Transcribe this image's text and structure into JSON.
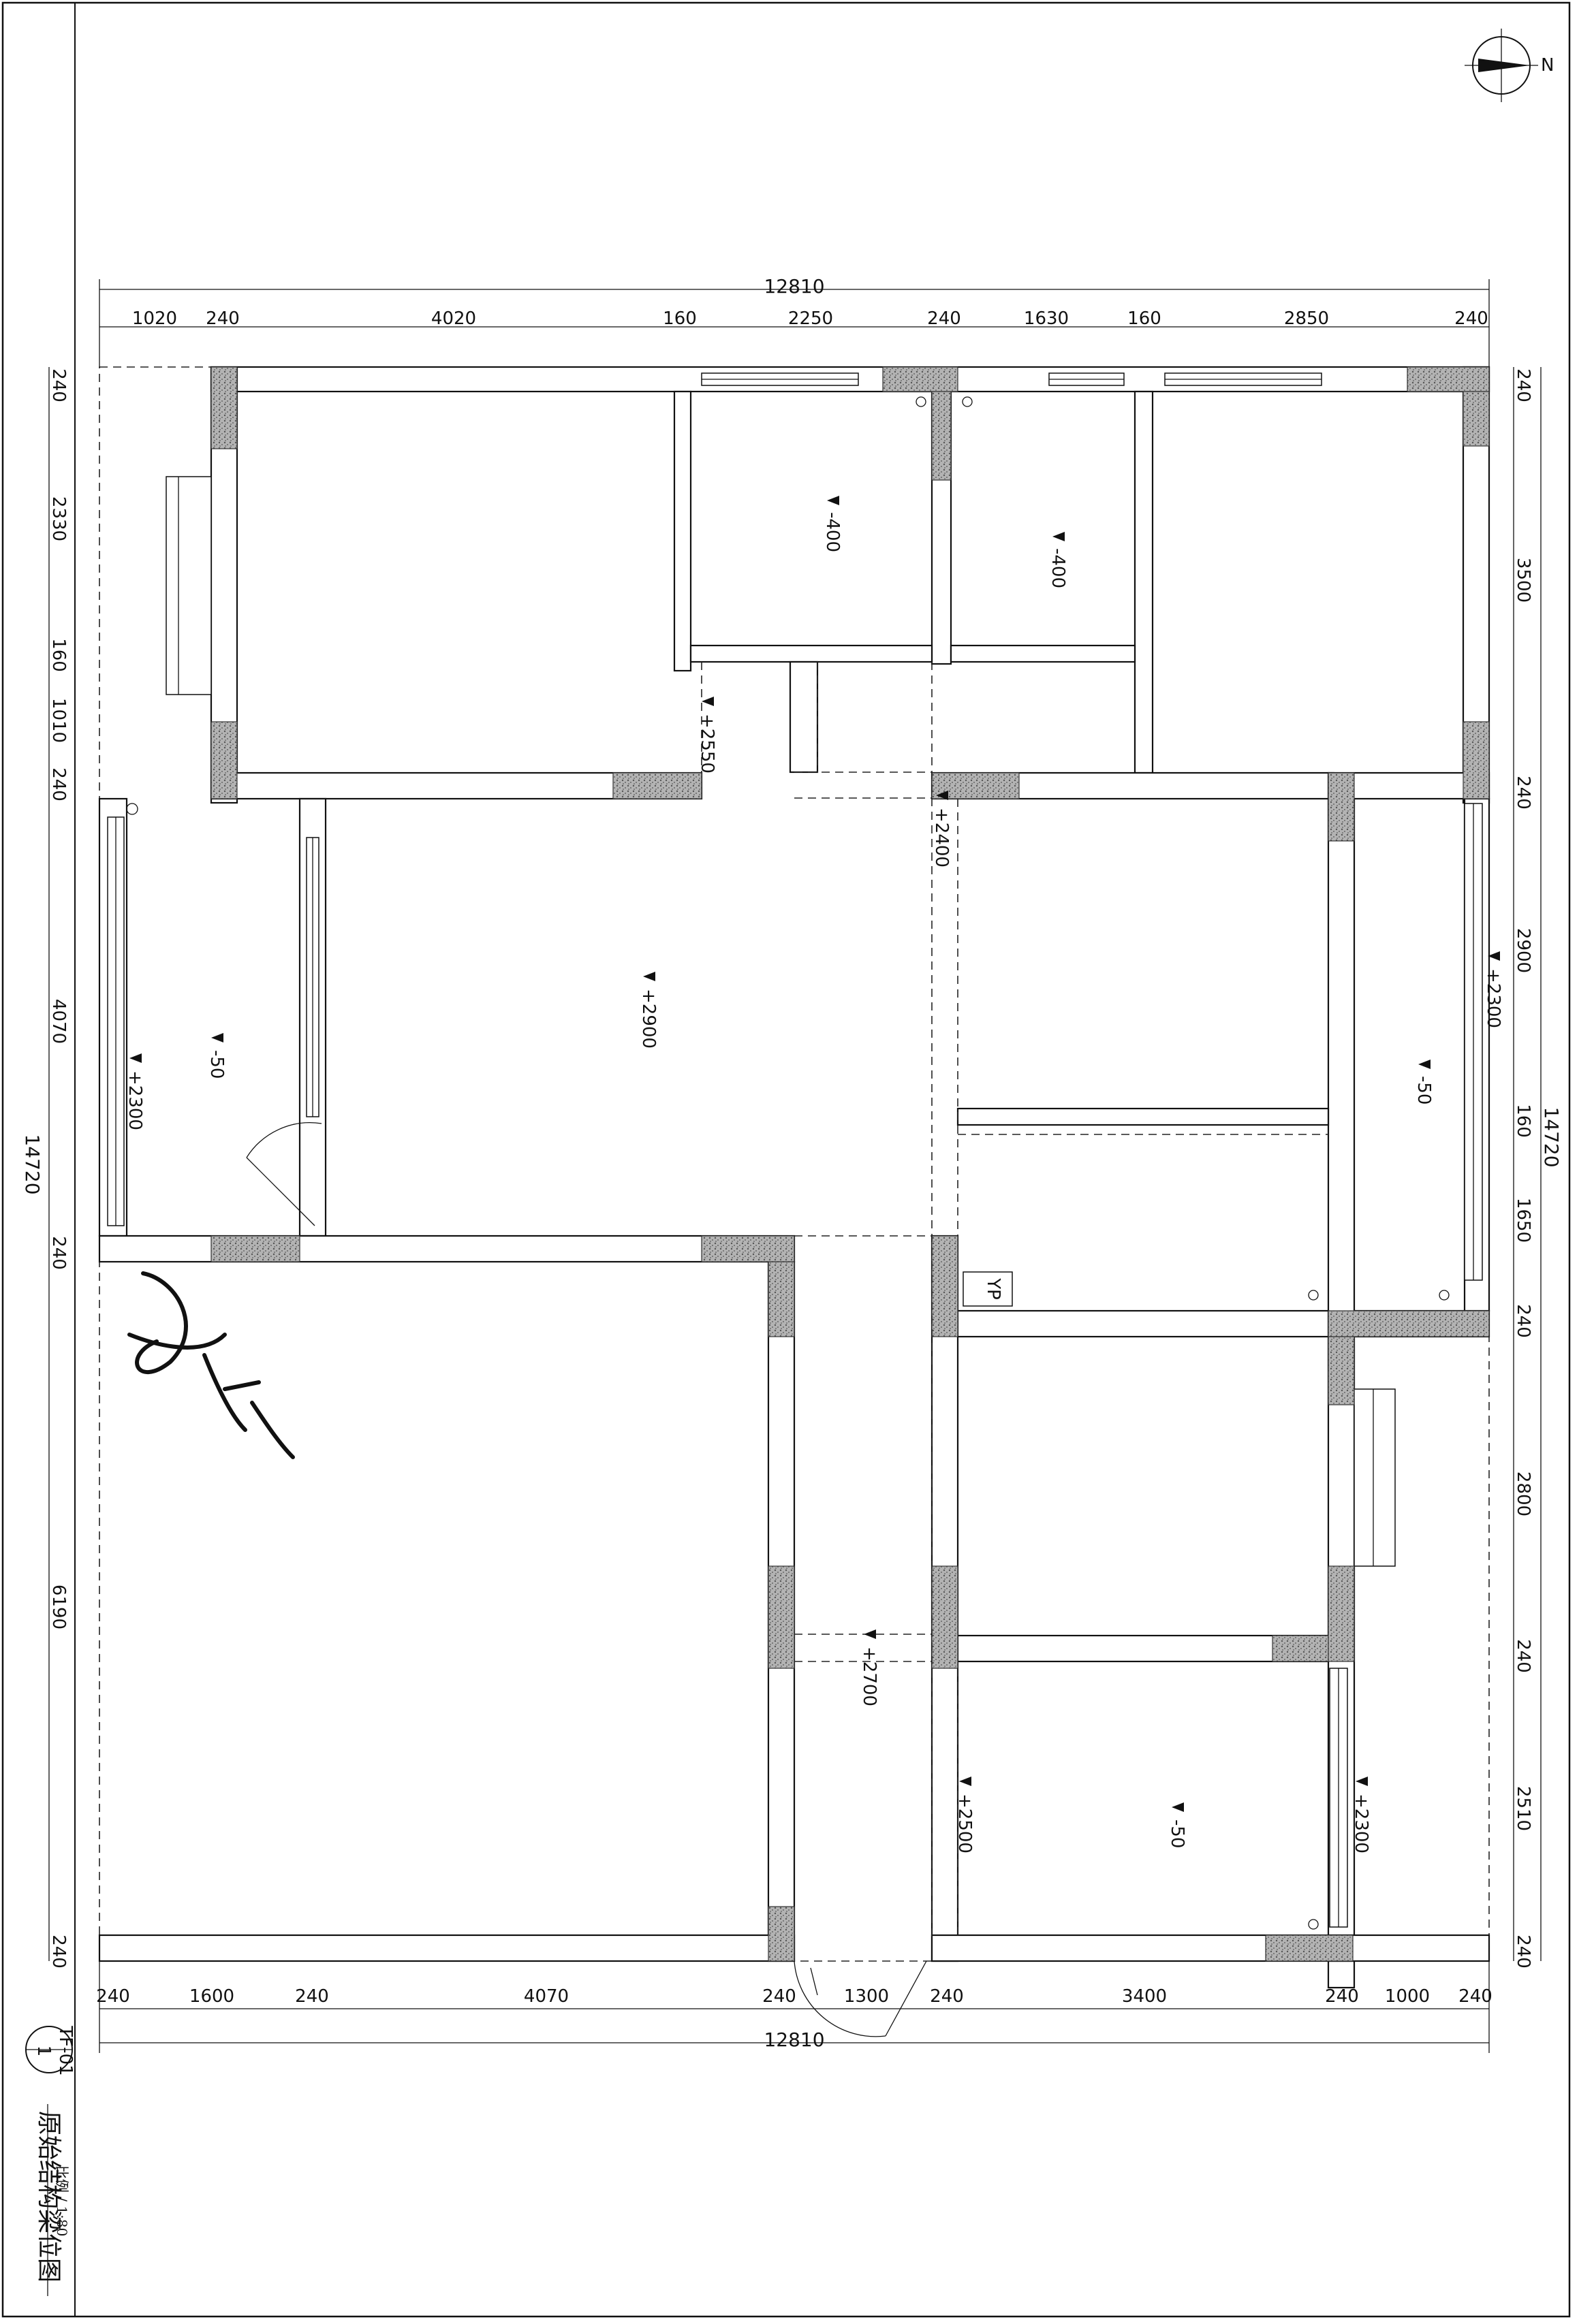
{
  "drawing": {
    "title": "原始结构梁位图",
    "scale": "比例 / 1:80",
    "sheet_no": "TF-01",
    "view_no": "1",
    "north": "N",
    "signature": "手写签名"
  },
  "dimensions": {
    "top_total": "12810",
    "top_segments": [
      "1020",
      "240",
      "4020",
      "160",
      "2250",
      "240",
      "1630",
      "160",
      "2850",
      "240"
    ],
    "bottom_total": "12810",
    "bottom_segments": [
      "240",
      "1600",
      "240",
      "4070",
      "240",
      "1300",
      "240",
      "3400",
      "240",
      "1000",
      "240"
    ],
    "left_total": "14720",
    "left_segments": [
      "240",
      "2330",
      "160",
      "1010",
      "240",
      "4070",
      "240",
      "6190",
      "240"
    ],
    "right_total": "14720",
    "right_segments": [
      "240",
      "3500",
      "240",
      "2900",
      "160",
      "1650",
      "240",
      "2800",
      "240",
      "2510",
      "240"
    ]
  },
  "levels": [
    "-400",
    "-400",
    "+2550",
    "+2400",
    "+2900",
    "-50",
    "+2300",
    "+2300",
    "-50",
    "+2700",
    "+2500",
    "-50",
    "+2300"
  ],
  "labels": {
    "yp": "YP"
  },
  "colors": {
    "line": "#111111",
    "column_fill": "#8a8a8a",
    "paper": "#ffffff"
  }
}
